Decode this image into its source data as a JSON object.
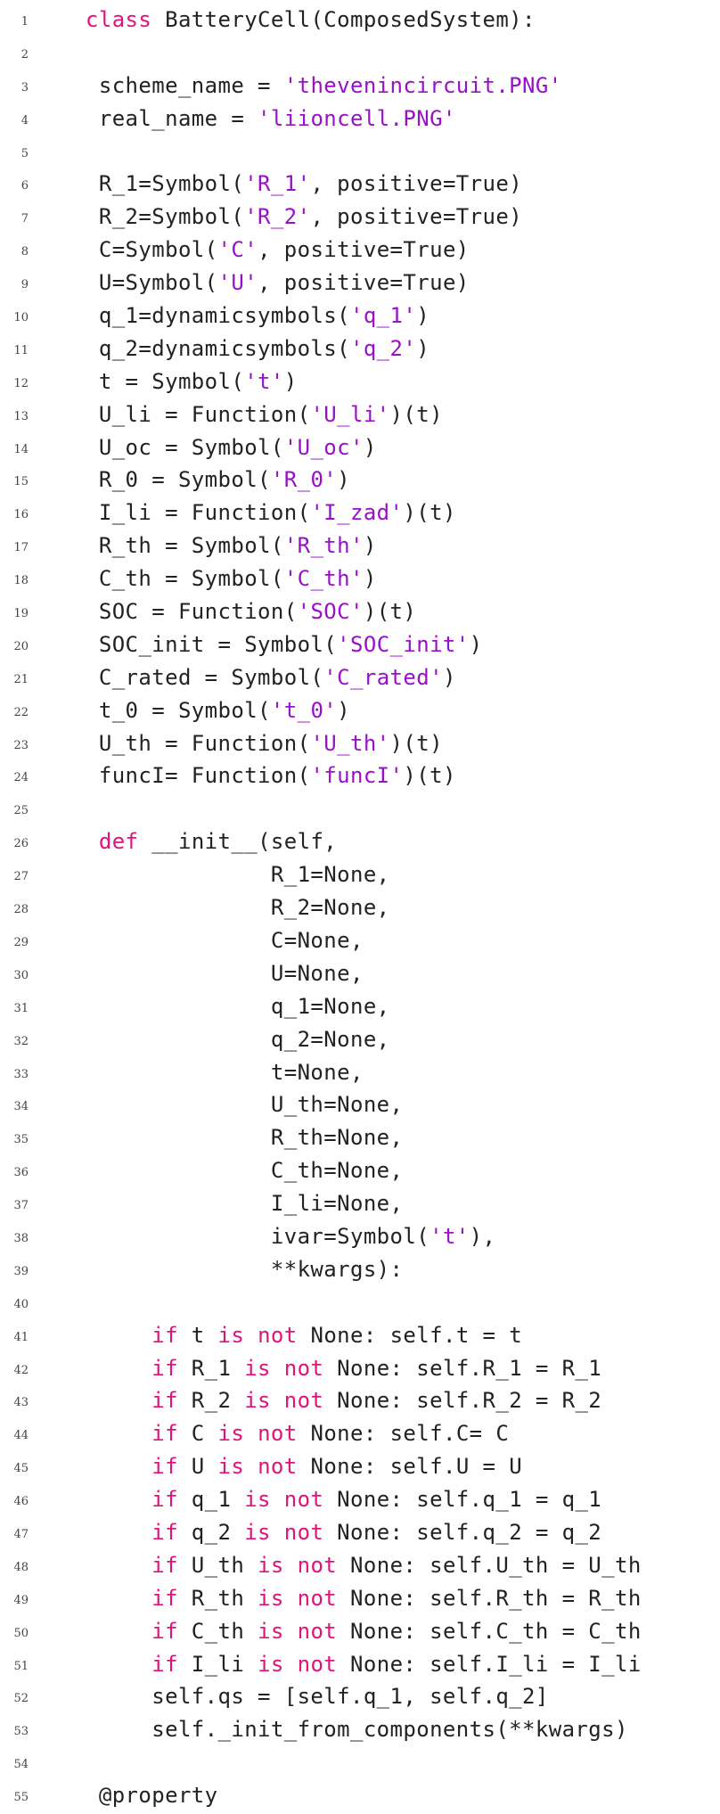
{
  "colors": {
    "keyword": "#e0137a",
    "string": "#9a10c8",
    "text": "#222222"
  },
  "lines": [
    {
      "n": "1",
      "t": [
        {
          "k": "kw",
          "s": "class"
        },
        {
          "s": " BatteryCell(ComposedSystem):"
        }
      ]
    },
    {
      "n": "2",
      "t": []
    },
    {
      "n": "3",
      "t": [
        {
          "s": " scheme_name = "
        },
        {
          "k": "str",
          "s": "'thevenincircuit.PNG'"
        }
      ]
    },
    {
      "n": "4",
      "t": [
        {
          "s": " real_name = "
        },
        {
          "k": "str",
          "s": "'liioncell.PNG'"
        }
      ]
    },
    {
      "n": "5",
      "t": []
    },
    {
      "n": "6",
      "t": [
        {
          "s": " R_1=Symbol("
        },
        {
          "k": "str",
          "s": "'R_1'"
        },
        {
          "s": ", positive=True)"
        }
      ]
    },
    {
      "n": "7",
      "t": [
        {
          "s": " R_2=Symbol("
        },
        {
          "k": "str",
          "s": "'R_2'"
        },
        {
          "s": ", positive=True)"
        }
      ]
    },
    {
      "n": "8",
      "t": [
        {
          "s": " C=Symbol("
        },
        {
          "k": "str",
          "s": "'C'"
        },
        {
          "s": ", positive=True)"
        }
      ]
    },
    {
      "n": "9",
      "t": [
        {
          "s": " U=Symbol("
        },
        {
          "k": "str",
          "s": "'U'"
        },
        {
          "s": ", positive=True)"
        }
      ]
    },
    {
      "n": "10",
      "t": [
        {
          "s": " q_1=dynamicsymbols("
        },
        {
          "k": "str",
          "s": "'q_1'"
        },
        {
          "s": ")"
        }
      ]
    },
    {
      "n": "11",
      "t": [
        {
          "s": " q_2=dynamicsymbols("
        },
        {
          "k": "str",
          "s": "'q_2'"
        },
        {
          "s": ")"
        }
      ]
    },
    {
      "n": "12",
      "t": [
        {
          "s": " t = Symbol("
        },
        {
          "k": "str",
          "s": "'t'"
        },
        {
          "s": ")"
        }
      ]
    },
    {
      "n": "13",
      "t": [
        {
          "s": " U_li = Function("
        },
        {
          "k": "str",
          "s": "'U_li'"
        },
        {
          "s": ")(t)"
        }
      ]
    },
    {
      "n": "14",
      "t": [
        {
          "s": " U_oc = Symbol("
        },
        {
          "k": "str",
          "s": "'U_oc'"
        },
        {
          "s": ")"
        }
      ]
    },
    {
      "n": "15",
      "t": [
        {
          "s": " R_0 = Symbol("
        },
        {
          "k": "str",
          "s": "'R_0'"
        },
        {
          "s": ")"
        }
      ]
    },
    {
      "n": "16",
      "t": [
        {
          "s": " I_li = Function("
        },
        {
          "k": "str",
          "s": "'I_zad'"
        },
        {
          "s": ")(t)"
        }
      ]
    },
    {
      "n": "17",
      "t": [
        {
          "s": " R_th = Symbol("
        },
        {
          "k": "str",
          "s": "'R_th'"
        },
        {
          "s": ")"
        }
      ]
    },
    {
      "n": "18",
      "t": [
        {
          "s": " C_th = Symbol("
        },
        {
          "k": "str",
          "s": "'C_th'"
        },
        {
          "s": ")"
        }
      ]
    },
    {
      "n": "19",
      "t": [
        {
          "s": " SOC = Function("
        },
        {
          "k": "str",
          "s": "'SOC'"
        },
        {
          "s": ")(t)"
        }
      ]
    },
    {
      "n": "20",
      "t": [
        {
          "s": " SOC_init = Symbol("
        },
        {
          "k": "str",
          "s": "'SOC_init'"
        },
        {
          "s": ")"
        }
      ]
    },
    {
      "n": "21",
      "t": [
        {
          "s": " C_rated = Symbol("
        },
        {
          "k": "str",
          "s": "'C_rated'"
        },
        {
          "s": ")"
        }
      ]
    },
    {
      "n": "22",
      "t": [
        {
          "s": " t_0 = Symbol("
        },
        {
          "k": "str",
          "s": "'t_0'"
        },
        {
          "s": ")"
        }
      ]
    },
    {
      "n": "23",
      "t": [
        {
          "s": " U_th = Function("
        },
        {
          "k": "str",
          "s": "'U_th'"
        },
        {
          "s": ")(t)"
        }
      ]
    },
    {
      "n": "24",
      "t": [
        {
          "s": " funcI= Function("
        },
        {
          "k": "str",
          "s": "'funcI'"
        },
        {
          "s": ")(t)"
        }
      ]
    },
    {
      "n": "25",
      "t": []
    },
    {
      "n": "26",
      "t": [
        {
          "s": " "
        },
        {
          "k": "kw",
          "s": "def"
        },
        {
          "s": " __init__(self,"
        }
      ]
    },
    {
      "n": "27",
      "t": [
        {
          "s": "              R_1=None,"
        }
      ]
    },
    {
      "n": "28",
      "t": [
        {
          "s": "              R_2=None,"
        }
      ]
    },
    {
      "n": "29",
      "t": [
        {
          "s": "              C=None,"
        }
      ]
    },
    {
      "n": "30",
      "t": [
        {
          "s": "              U=None,"
        }
      ]
    },
    {
      "n": "31",
      "t": [
        {
          "s": "              q_1=None,"
        }
      ]
    },
    {
      "n": "32",
      "t": [
        {
          "s": "              q_2=None,"
        }
      ]
    },
    {
      "n": "33",
      "t": [
        {
          "s": "              t=None,"
        }
      ]
    },
    {
      "n": "34",
      "t": [
        {
          "s": "              U_th=None,"
        }
      ]
    },
    {
      "n": "35",
      "t": [
        {
          "s": "              R_th=None,"
        }
      ]
    },
    {
      "n": "36",
      "t": [
        {
          "s": "              C_th=None,"
        }
      ]
    },
    {
      "n": "37",
      "t": [
        {
          "s": "              I_li=None,"
        }
      ]
    },
    {
      "n": "38",
      "t": [
        {
          "s": "              ivar=Symbol("
        },
        {
          "k": "str",
          "s": "'t'"
        },
        {
          "s": "),"
        }
      ]
    },
    {
      "n": "39",
      "t": [
        {
          "s": "              **kwargs):"
        }
      ]
    },
    {
      "n": "40",
      "t": []
    },
    {
      "n": "41",
      "t": [
        {
          "s": "     "
        },
        {
          "k": "kw",
          "s": "if"
        },
        {
          "s": " t "
        },
        {
          "k": "kw",
          "s": "is not"
        },
        {
          "s": " None: self.t = t"
        }
      ]
    },
    {
      "n": "42",
      "t": [
        {
          "s": "     "
        },
        {
          "k": "kw",
          "s": "if"
        },
        {
          "s": " R_1 "
        },
        {
          "k": "kw",
          "s": "is not"
        },
        {
          "s": " None: self.R_1 = R_1"
        }
      ]
    },
    {
      "n": "43",
      "t": [
        {
          "s": "     "
        },
        {
          "k": "kw",
          "s": "if"
        },
        {
          "s": " R_2 "
        },
        {
          "k": "kw",
          "s": "is not"
        },
        {
          "s": " None: self.R_2 = R_2"
        }
      ]
    },
    {
      "n": "44",
      "t": [
        {
          "s": "     "
        },
        {
          "k": "kw",
          "s": "if"
        },
        {
          "s": " C "
        },
        {
          "k": "kw",
          "s": "is not"
        },
        {
          "s": " None: self.C= C"
        }
      ]
    },
    {
      "n": "45",
      "t": [
        {
          "s": "     "
        },
        {
          "k": "kw",
          "s": "if"
        },
        {
          "s": " U "
        },
        {
          "k": "kw",
          "s": "is not"
        },
        {
          "s": " None: self.U = U"
        }
      ]
    },
    {
      "n": "46",
      "t": [
        {
          "s": "     "
        },
        {
          "k": "kw",
          "s": "if"
        },
        {
          "s": " q_1 "
        },
        {
          "k": "kw",
          "s": "is not"
        },
        {
          "s": " None: self.q_1 = q_1"
        }
      ]
    },
    {
      "n": "47",
      "t": [
        {
          "s": "     "
        },
        {
          "k": "kw",
          "s": "if"
        },
        {
          "s": " q_2 "
        },
        {
          "k": "kw",
          "s": "is not"
        },
        {
          "s": " None: self.q_2 = q_2"
        }
      ]
    },
    {
      "n": "48",
      "t": [
        {
          "s": "     "
        },
        {
          "k": "kw",
          "s": "if"
        },
        {
          "s": " U_th "
        },
        {
          "k": "kw",
          "s": "is not"
        },
        {
          "s": " None: self.U_th = U_th"
        }
      ]
    },
    {
      "n": "49",
      "t": [
        {
          "s": "     "
        },
        {
          "k": "kw",
          "s": "if"
        },
        {
          "s": " R_th "
        },
        {
          "k": "kw",
          "s": "is not"
        },
        {
          "s": " None: self.R_th = R_th"
        }
      ]
    },
    {
      "n": "50",
      "t": [
        {
          "s": "     "
        },
        {
          "k": "kw",
          "s": "if"
        },
        {
          "s": " C_th "
        },
        {
          "k": "kw",
          "s": "is not"
        },
        {
          "s": " None: self.C_th = C_th"
        }
      ]
    },
    {
      "n": "51",
      "t": [
        {
          "s": "     "
        },
        {
          "k": "kw",
          "s": "if"
        },
        {
          "s": " I_li "
        },
        {
          "k": "kw",
          "s": "is not"
        },
        {
          "s": " None: self.I_li = I_li"
        }
      ]
    },
    {
      "n": "52",
      "t": [
        {
          "s": "     self.qs = [self.q_1, self.q_2]"
        }
      ]
    },
    {
      "n": "53",
      "t": [
        {
          "s": "     self._init_from_components(**kwargs)"
        }
      ]
    },
    {
      "n": "54",
      "t": []
    },
    {
      "n": "55",
      "t": [
        {
          "s": " @property"
        }
      ]
    }
  ]
}
